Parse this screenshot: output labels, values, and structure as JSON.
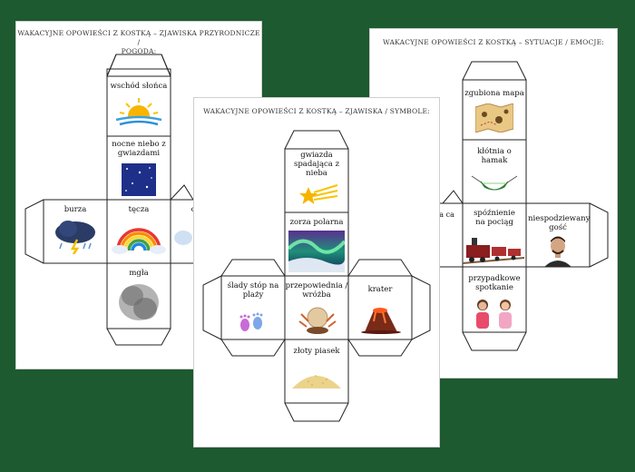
{
  "sheets": {
    "left": {
      "title_line1": "WAKACYJNE OPOWIEŚCI Z KOSTKĄ – ZJAWISKA PRZYRODNICZE /",
      "title_line2": "POGODA:",
      "faces": {
        "top": "wschód słońca",
        "upper": "nocne niebo z gwiazdami",
        "left": "burza",
        "center": "tęcza",
        "right_partial": "c",
        "bottom": "mgła"
      }
    },
    "middle": {
      "title": "WAKACYJNE OPOWIEŚCI Z KOSTKĄ – ZJAWISKA / SYMBOLE:",
      "faces": {
        "top": "gwiazda spadająca z nieba",
        "upper": "zorza polarna",
        "left": "ślady stóp na plaży",
        "center": "przepowiednia / wróżba",
        "right": "krater",
        "bottom": "złoty piasek"
      }
    },
    "right": {
      "title": "WAKACYJNE OPOWIEŚCI Z KOSTKĄ – SYTUACJE / EMOCJE:",
      "faces": {
        "top": "zgubiona mapa",
        "upper": "kłótnia o hamak",
        "left_partial": "na ca",
        "center": "spóźnienie na pociąg",
        "right": "niespodziewany gość",
        "bottom": "przypadkowe spotkanie"
      }
    }
  },
  "icons": [
    "sunrise-icon",
    "night-sky-icon",
    "storm-cloud-icon",
    "rainbow-icon",
    "fog-icon",
    "shooting-star-icon",
    "aurora-icon",
    "footprints-icon",
    "crystal-ball-icon",
    "volcano-icon",
    "sand-icon",
    "map-icon",
    "hammock-icon",
    "train-icon",
    "man-icon",
    "people-meeting-icon"
  ],
  "colors": {
    "background": "#1d5a30",
    "sheet": "#ffffff",
    "ink": "#111111"
  }
}
